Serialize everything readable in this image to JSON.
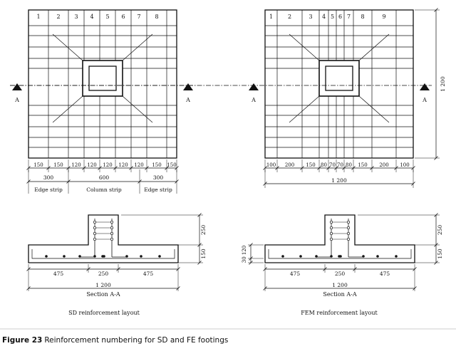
{
  "caption": {
    "number": "Figure 23",
    "text": "Reinforcement numbering for SD and FE footings"
  },
  "sd": {
    "title": "SD reinforcement layout",
    "bar_numbers": [
      "1",
      "2",
      "3",
      "4",
      "5",
      "6",
      "7",
      "8"
    ],
    "section_marker": "A",
    "spacing_dims": [
      "150",
      "150",
      "120",
      "120",
      "120",
      "120",
      "120",
      "150",
      "150"
    ],
    "strip_dims": [
      "300",
      "600",
      "300"
    ],
    "strip_labels": [
      "Edge strip",
      "Column strip",
      "Edge strip"
    ],
    "section_dims": {
      "cantilever_left": "475",
      "column": "250",
      "cantilever_right": "475",
      "total": "1 200",
      "column_height": "250",
      "slab_height": "150"
    },
    "section_label": "Section A-A"
  },
  "fem": {
    "title": "FEM reinforcement layout",
    "bar_numbers": [
      "1",
      "2",
      "3",
      "4",
      "5",
      "6",
      "7",
      "8",
      "9"
    ],
    "section_marker": "A",
    "spacing_dims": [
      "100",
      "200",
      "150",
      "80",
      "70",
      "70",
      "80",
      "150",
      "200",
      "100"
    ],
    "total_dim": "1 200",
    "side_dim": "1 200",
    "section_dims": {
      "cantilever_left": "475",
      "column": "250",
      "cantilever_right": "475",
      "total": "1 200",
      "column_height": "250",
      "slab_height": "150",
      "depth_detail": "30 120"
    },
    "section_label": "Section A-A"
  }
}
